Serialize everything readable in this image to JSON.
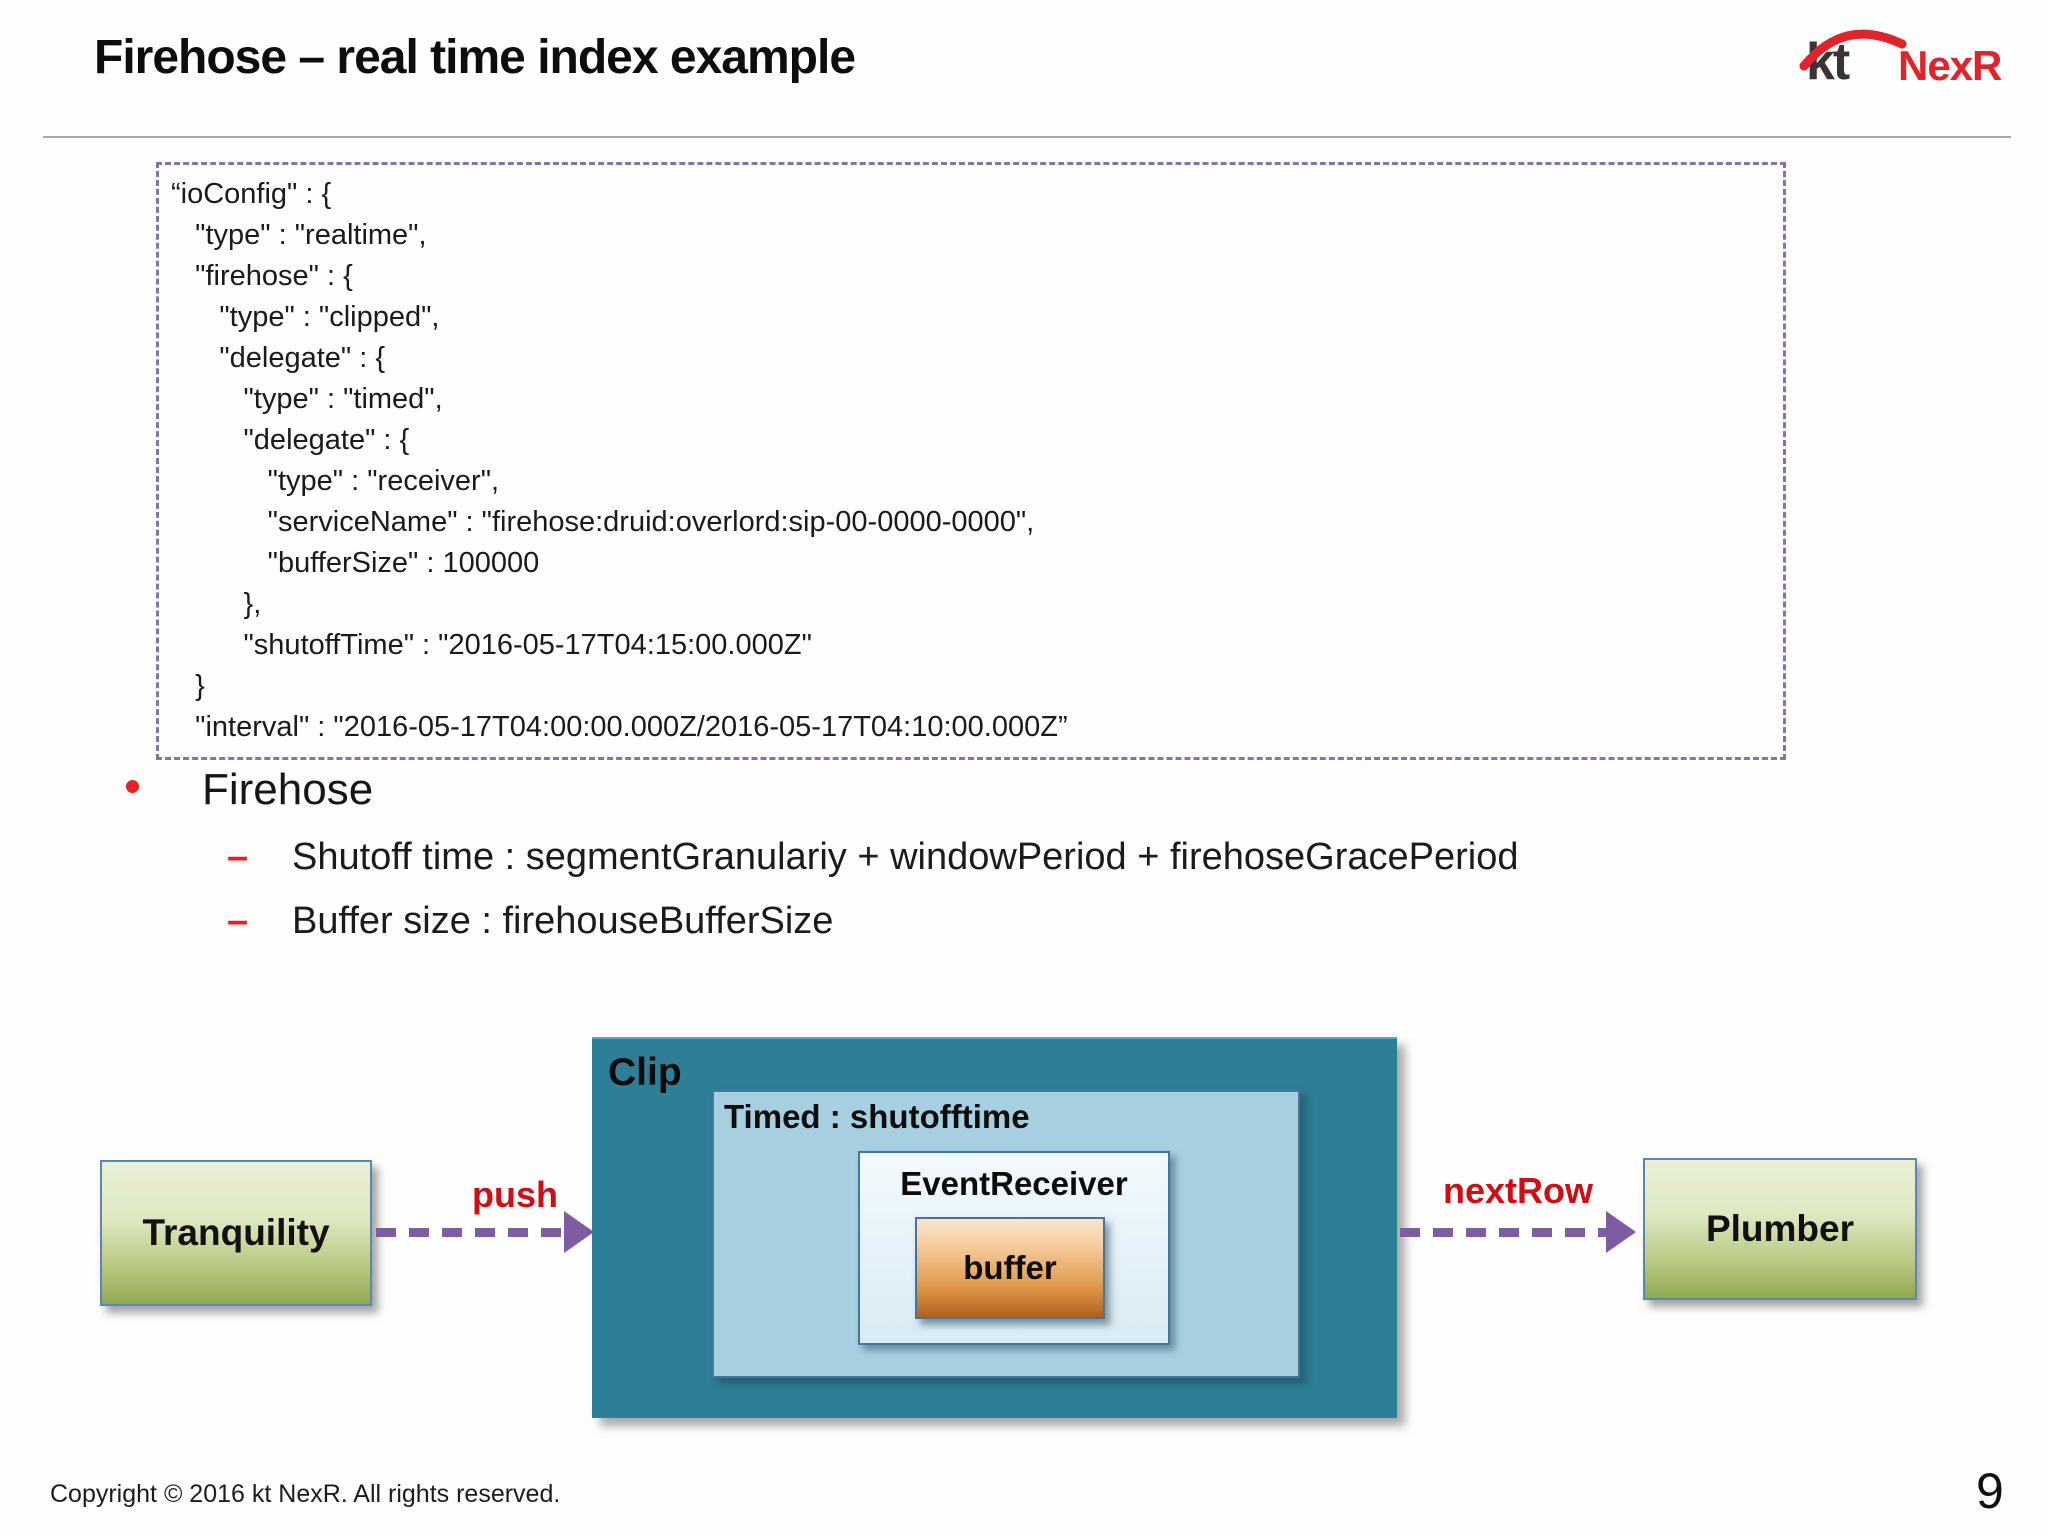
{
  "slide": {
    "title": "Firehose – real time index example",
    "copyright": "Copyright © 2016 kt NexR. All rights reserved.",
    "page_number": "9"
  },
  "logo": {
    "kt": "kt",
    "nexr": "NexR"
  },
  "code_block": {
    "lines": [
      "“ioConfig\" : {",
      "   \"type\" : \"realtime\",",
      "   \"firehose\" : {",
      "      \"type\" : \"clipped\",",
      "      \"delegate\" : {",
      "         \"type\" : \"timed\",",
      "         \"delegate\" : {",
      "            \"type\" : \"receiver\",",
      "            \"serviceName\" : \"firehose:druid:overlord:sip-00-0000-0000\",",
      "            \"bufferSize\" : 100000",
      "         },",
      "         \"shutoffTime\" : \"2016-05-17T04:15:00.000Z\"",
      "   }",
      "   \"interval\" : \"2016-05-17T04:00:00.000Z/2016-05-17T04:10:00.000Z”"
    ]
  },
  "bullets": {
    "heading": "Firehose",
    "item_marker": "–",
    "items": [
      "Shutoff time : segmentGranulariy + windowPeriod + firehoseGracePeriod",
      "Buffer size : firehouseBufferSize"
    ]
  },
  "diagram": {
    "tranquility_label": "Tranquility",
    "push_label": "push",
    "clip_label": "Clip",
    "timed_label": "Timed : shutofftime",
    "event_receiver_label": "EventReceiver",
    "buffer_label": "buffer",
    "next_row_label": "nextRow",
    "plumber_label": "Plumber"
  },
  "colors": {
    "accent_red": "#e8201f",
    "arrow_label_red": "#cf0e14",
    "arrow_purple": "#7d5ca3",
    "dashed_border_purple": "#8474ad",
    "clip_teal": "#2d7e96",
    "timed_light_blue": "#a6cfdf",
    "receiver_pale_blue": "#e8f4fa",
    "buffer_orange_top": "#fce6cf",
    "buffer_orange_bottom": "#b2601c",
    "node_green_top": "#eaf0d6",
    "node_green_bottom": "#90a851",
    "node_border_blue": "#5b87b5",
    "logo_kt_dark": "#3b3435",
    "logo_red": "#e2232c"
  }
}
